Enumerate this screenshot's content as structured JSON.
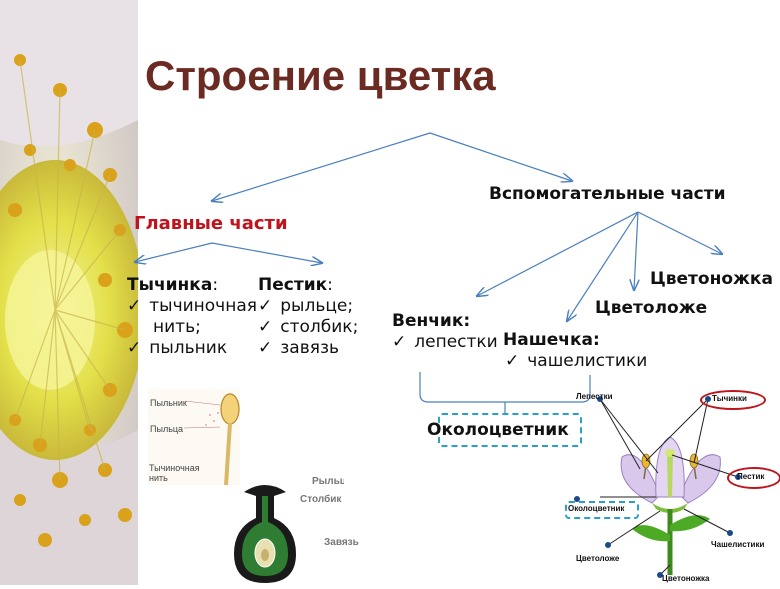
{
  "title": "Строение цветка",
  "main_parts": "Главные части",
  "aux_parts": "Вспомогательные части",
  "stamen": {
    "title": "Тычинка",
    "items": [
      "тычиночная",
      "нить;",
      "пыльник"
    ]
  },
  "pistil": {
    "title": "Пестик",
    "items": [
      "рыльце;",
      "столбик;",
      "завязь"
    ]
  },
  "corolla": {
    "title": "Венчик:",
    "item": "лепестки"
  },
  "calyx": {
    "title": "Нашечка:",
    "item": "чашелистики"
  },
  "receptacle": "Цветоложе",
  "pedicel": "Цветоножка",
  "perianth": "Околоцветник",
  "stamen_fig": {
    "anther": "Пыльник",
    "pollen": "Пыльца",
    "filament": "Тычиночная нить"
  },
  "pistil_fig": {
    "stigma": "Рыльце",
    "style": "Столбик",
    "ovary": "Завязь"
  },
  "flower_fig": {
    "petals": "Лепестки",
    "stamens": "Тычинки",
    "pistil": "Пестик",
    "perianth": "Околоцветник",
    "receptacle": "Цветоложе",
    "sepals": "Чашелистики",
    "pedicel": "Цветоножка"
  },
  "colors": {
    "title": "#6b2a22",
    "accent_red": "#c0131c",
    "arrow": "#4a7fbf",
    "dashed": "#2aa0c8"
  }
}
